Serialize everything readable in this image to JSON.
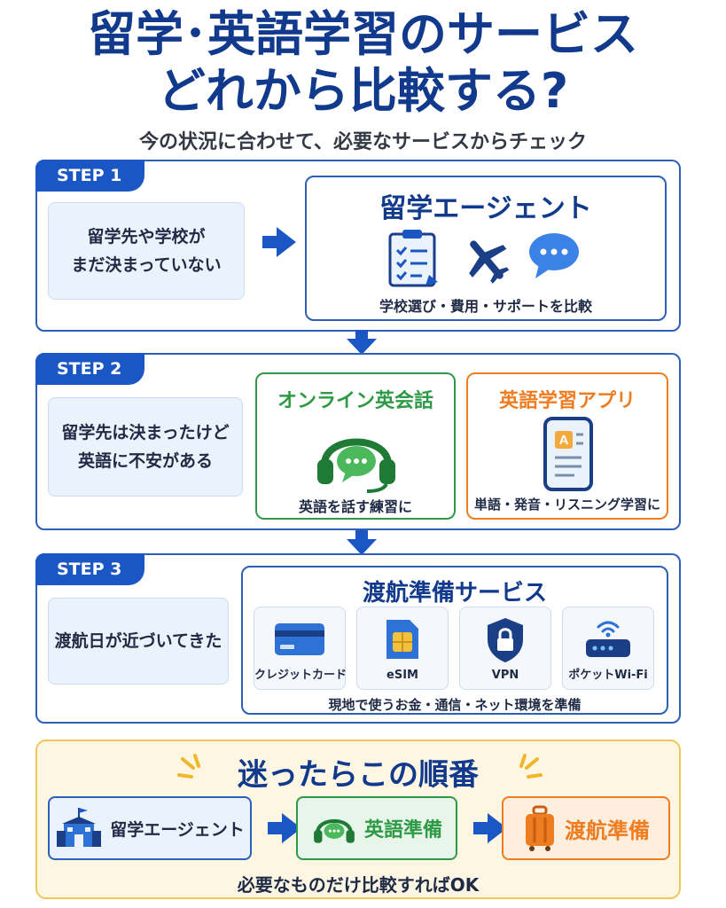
{
  "header": {
    "title_line1": "留学･英語学習のサービス",
    "title_line2": "どれから比較する?",
    "subtitle": "今の状況に合わせて、必要なサービスからチェック"
  },
  "step1": {
    "badge": "STEP 1",
    "situation": "留学先や学校が\nまだ決まっていない",
    "service": {
      "title": "留学エージェント",
      "icons": [
        "clipboard-checklist-icon",
        "airplane-icon",
        "chat-bubble-icon"
      ],
      "desc": "学校選び・費用・サポートを比較"
    }
  },
  "step2": {
    "badge": "STEP 2",
    "situation": "留学先は決まったけど\n英語に不安がある",
    "services": [
      {
        "title": "オンライン英会話",
        "icon": "headset-icon",
        "desc": "英語を話す練習に"
      },
      {
        "title": "英語学習アプリ",
        "icon": "smartphone-app-icon",
        "desc": "単語・発音・リスニング学習に"
      }
    ]
  },
  "step3": {
    "badge": "STEP 3",
    "situation": "渡航日が近づいてきた",
    "service": {
      "title": "渡航準備サービス",
      "desc": "現地で使うお金・通信・ネット環境を準備",
      "items": [
        {
          "label": "クレジットカード",
          "icon": "credit-card-icon"
        },
        {
          "label": "eSIM",
          "icon": "sim-card-icon"
        },
        {
          "label": "VPN",
          "icon": "shield-lock-icon"
        },
        {
          "label": "ポケットWi-Fi",
          "icon": "wifi-router-icon"
        }
      ]
    }
  },
  "order": {
    "title": "迷ったらこの順番",
    "items": [
      {
        "label": "留学エージェント",
        "icon": "school-building-icon"
      },
      {
        "label": "英語準備",
        "icon": "headset-icon"
      },
      {
        "label": "渡航準備",
        "icon": "suitcase-icon"
      }
    ],
    "note": "必要なものだけ比較すればOK"
  },
  "colors": {
    "navy": "#123a8c",
    "blue": "#1b57c4",
    "green": "#2e9a45",
    "orange": "#ee7d22",
    "light_blue": "#eaf2fb",
    "cream": "#fdf6e3"
  }
}
